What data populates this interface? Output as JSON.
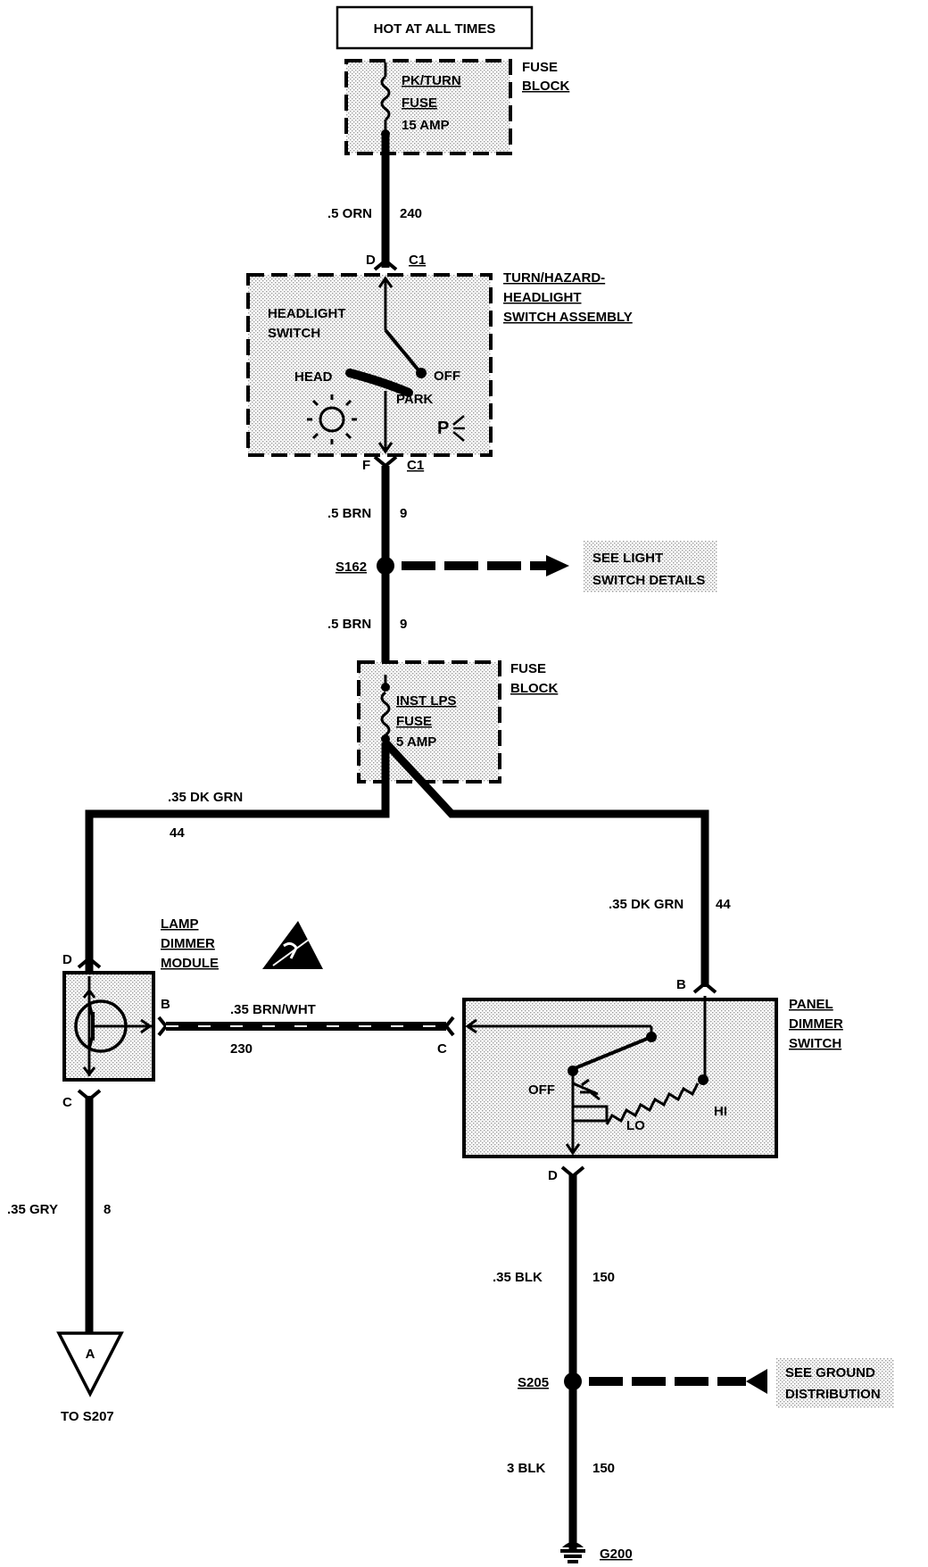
{
  "header": {
    "hot_label": "HOT AT ALL TIMES"
  },
  "fuse_block_1": {
    "title1": "FUSE",
    "title2": "BLOCK",
    "fuse1": "PK/TURN",
    "fuse2": "FUSE",
    "fuse3": "15 AMP"
  },
  "wire_orn": {
    "gauge": ".5 ORN",
    "circuit": "240"
  },
  "conn_c1_top": {
    "pin": "D",
    "name": "C1"
  },
  "switch_assembly": {
    "title1": "TURN/HAZARD-",
    "title2": "HEADLIGHT",
    "title3": "SWITCH ASSEMBLY",
    "inner1": "HEADLIGHT",
    "inner2": "SWITCH",
    "head": "HEAD",
    "off": "OFF",
    "park": "PARK",
    "p": "P"
  },
  "conn_c1_bottom": {
    "pin": "F",
    "name": "C1"
  },
  "wire_brn_1": {
    "gauge": ".5 BRN",
    "circuit": "9"
  },
  "splice_s162": {
    "name": "S162",
    "ref1": "SEE LIGHT",
    "ref2": "SWITCH DETAILS"
  },
  "wire_brn_2": {
    "gauge": ".5 BRN",
    "circuit": "9"
  },
  "fuse_block_2": {
    "title1": "FUSE",
    "title2": "BLOCK",
    "fuse1": "INST LPS",
    "fuse2": "FUSE",
    "fuse3": "5 AMP"
  },
  "wire_dkgrn_left": {
    "gauge": ".35 DK GRN",
    "circuit": "44"
  },
  "wire_dkgrn_right": {
    "gauge": ".35 DK GRN",
    "circuit": "44"
  },
  "lamp_dimmer": {
    "title1": "LAMP",
    "title2": "DIMMER",
    "title3": "MODULE",
    "pin_d": "D",
    "pin_b": "B",
    "pin_c": "C"
  },
  "wire_brnwht": {
    "gauge": ".35 BRN/WHT",
    "circuit": "230"
  },
  "panel_dimmer": {
    "title1": "PANEL",
    "title2": "DIMMER",
    "title3": "SWITCH",
    "pin_b": "B",
    "pin_c": "C",
    "pin_d": "D",
    "off": "OFF",
    "lo": "LO",
    "hi": "HI"
  },
  "wire_gry": {
    "gauge": ".35 GRY",
    "circuit": "8"
  },
  "connector_a": {
    "letter": "A",
    "dest": "TO S207"
  },
  "wire_blk_1": {
    "gauge": ".35 BLK",
    "circuit": "150"
  },
  "splice_s205": {
    "name": "S205",
    "ref1": "SEE GROUND",
    "ref2": "DISTRIBUTION"
  },
  "wire_blk_2": {
    "gauge": "3 BLK",
    "circuit": "150"
  },
  "ground": {
    "name": "G200"
  }
}
